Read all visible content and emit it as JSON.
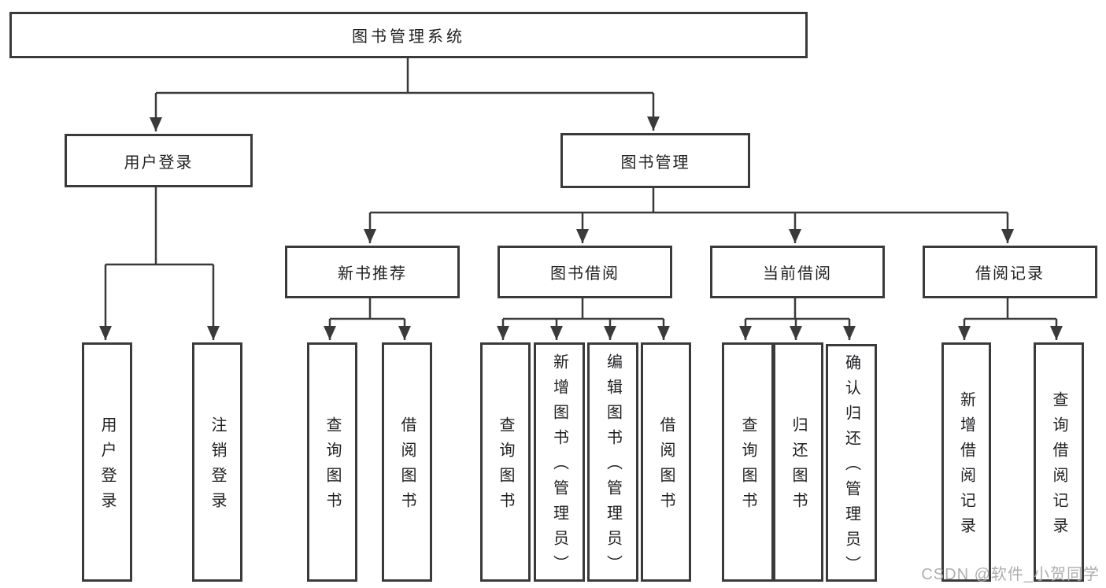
{
  "diagram": {
    "root": {
      "label": "图书管理系统"
    },
    "userLogin": {
      "label": "用户登录",
      "children": [
        {
          "label": "用户登录"
        },
        {
          "label": "注销登录"
        }
      ]
    },
    "bookMgmt": {
      "label": "图书管理",
      "sections": [
        {
          "label": "新书推荐",
          "children": [
            {
              "label": "查询图书"
            },
            {
              "label": "借阅图书"
            }
          ]
        },
        {
          "label": "图书借阅",
          "children": [
            {
              "label": "查询图书"
            },
            {
              "label": "新增图书（管理员）"
            },
            {
              "label": "编辑图书（管理员）"
            },
            {
              "label": "借阅图书"
            }
          ]
        },
        {
          "label": "当前借阅",
          "children": [
            {
              "label": "查询图书"
            },
            {
              "label": "归还图书"
            },
            {
              "label": "确认归还（管理员）"
            }
          ]
        },
        {
          "label": "借阅记录",
          "children": [
            {
              "label": "新增借阅记录"
            },
            {
              "label": "查询借阅记录"
            }
          ]
        }
      ]
    }
  },
  "watermark": {
    "text": "CSDN @软件_小贺同学"
  },
  "colors": {
    "line": "#3a3a3a",
    "text": "#1f1f23",
    "background": "#ffffff",
    "watermark": "#a6a6a6"
  }
}
